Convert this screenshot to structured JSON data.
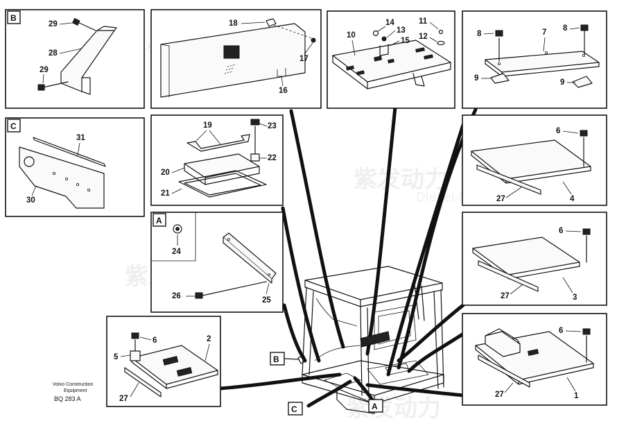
{
  "watermark": {
    "cn": "紫发动力",
    "en": "Diesel-Engines"
  },
  "footer": {
    "company_line1": "Volvo Construction",
    "company_line2": "Equipment",
    "code": "BQ 283 A"
  },
  "views": {
    "B": "B",
    "C": "C",
    "A": "A"
  },
  "callouts": {
    "B": "B",
    "C": "C",
    "A": "A"
  },
  "part_numbers": {
    "p1": "1",
    "p2": "2",
    "p3": "3",
    "p4": "4",
    "p5": "5",
    "p6a": "6",
    "p6b": "6",
    "p6c": "6",
    "p6d": "6",
    "p7": "7",
    "p8a": "8",
    "p8b": "8",
    "p9a": "9",
    "p9b": "9",
    "p10": "10",
    "p11": "11",
    "p12": "12",
    "p13": "13",
    "p14": "14",
    "p15": "15",
    "p16": "16",
    "p17": "17",
    "p18": "18",
    "p19": "19",
    "p20": "20",
    "p21": "21",
    "p22": "22",
    "p23": "23",
    "p24": "24",
    "p25": "25",
    "p26": "26",
    "p27a": "27",
    "p27b": "27",
    "p27c": "27",
    "p27d": "27",
    "p28": "28",
    "p29a": "29",
    "p29b": "29",
    "p30": "30",
    "p31": "31"
  }
}
